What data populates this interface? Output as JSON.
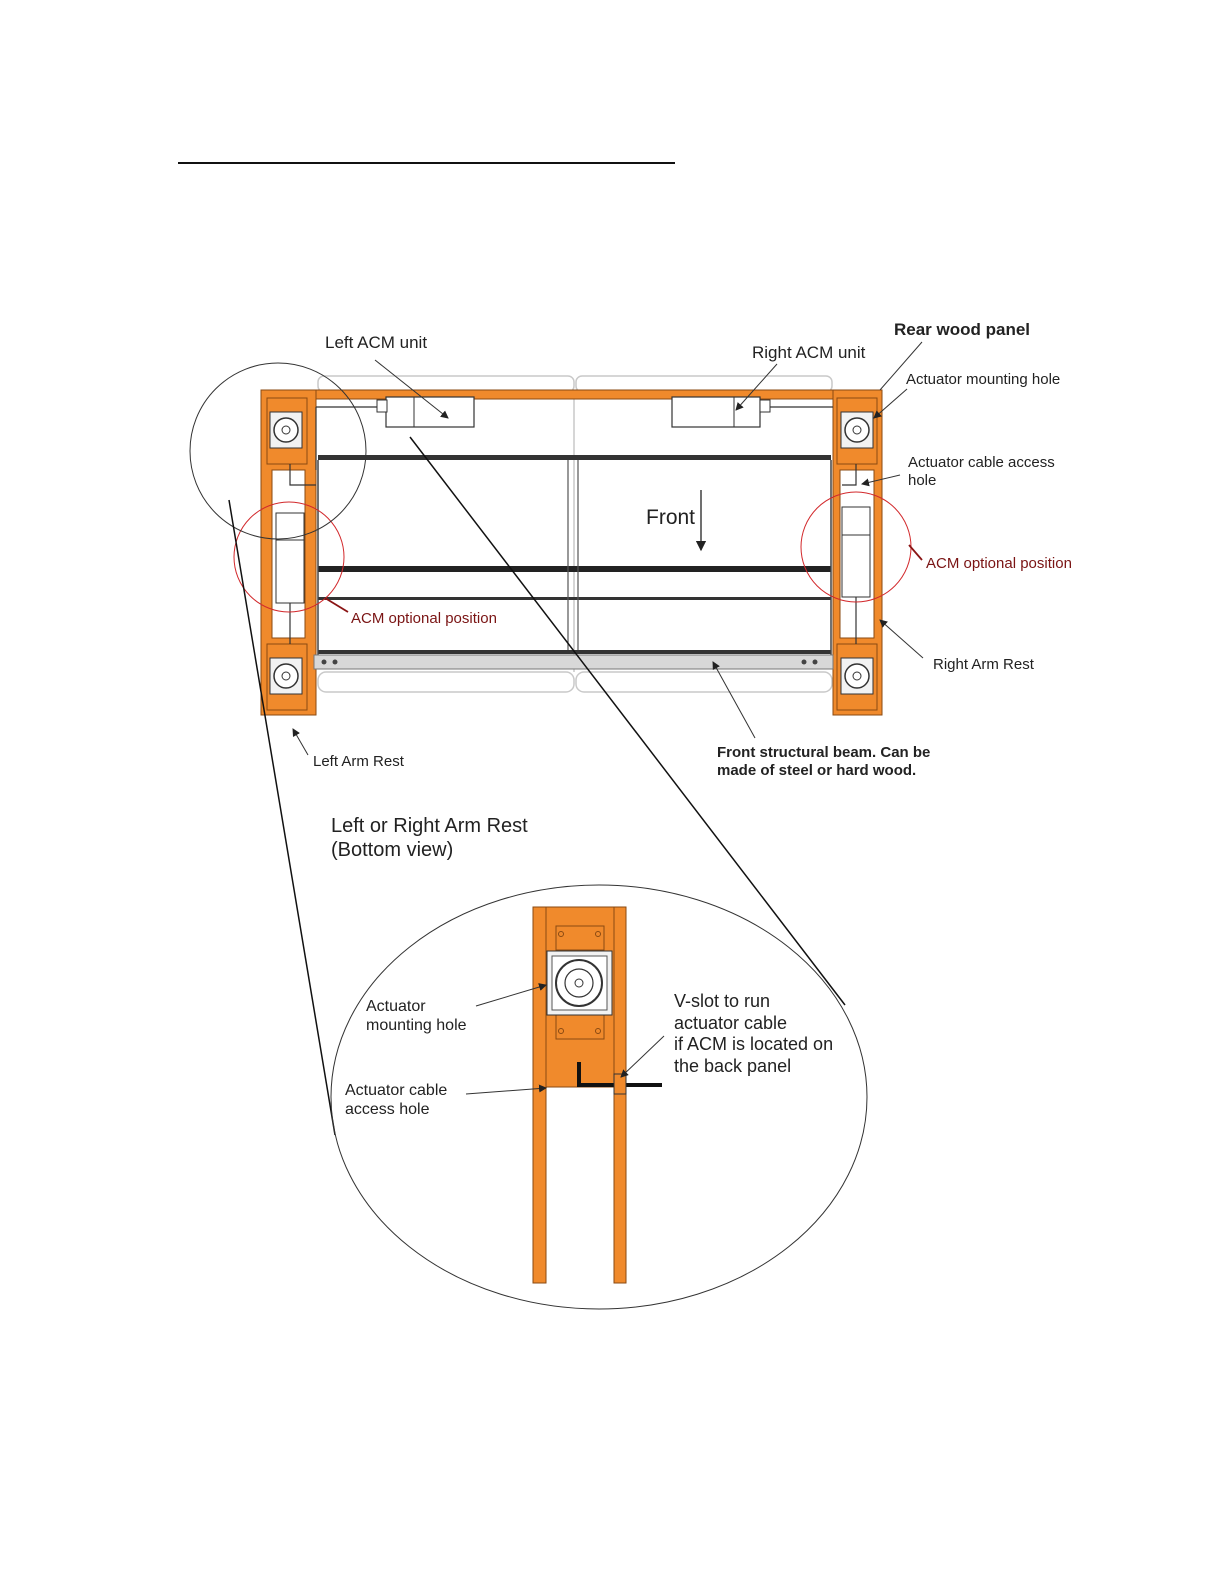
{
  "labels": {
    "left_acm_unit": "Left ACM unit",
    "right_acm_unit": "Right ACM unit",
    "rear_wood_panel": "Rear wood panel",
    "actuator_mounting_hole": "Actuator mounting hole",
    "actuator_cable_access_hole": "Actuator cable access\nhole",
    "front": "Front",
    "acm_optional_position_left": "ACM optional position",
    "acm_optional_position_right": "ACM optional position",
    "right_arm_rest": "Right Arm Rest",
    "left_arm_rest": "Left Arm Rest",
    "front_structural_beam": "Front structural beam. Can be\nmade of steel or hard wood."
  },
  "detail": {
    "title": "Left or Right Arm Rest\n(Bottom view)",
    "actuator_mounting_hole": "Actuator\nmounting hole",
    "actuator_cable_access_hole": "Actuator cable\naccess hole",
    "v_slot": "V-slot to run\nactuator cable\nif ACM is located on\nthe back panel"
  },
  "colors": {
    "wood": "#f08a2c",
    "wood_edge": "#8a4a12",
    "callout_red": "#d2282b",
    "line": "#222222",
    "cushion": "#bdbdbd"
  }
}
